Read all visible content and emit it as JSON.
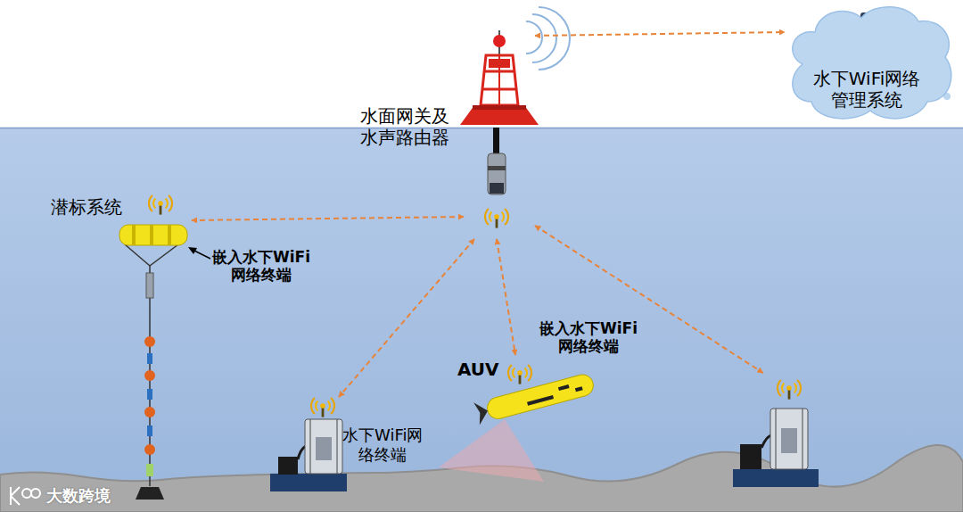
{
  "diagram": {
    "nodes": [
      {
        "text": [
          "水下WiFi网络 管理系统"
        ]
      },
      {
        "text": [
          "水面网关及 水声路由器"
        ]
      },
      {
        "text": [
          "潜标系统",
          "嵌入水下WiFi 网络终端"
        ]
      },
      {
        "text": [
          "AUV",
          "嵌入水下WiFi 网络终端"
        ]
      },
      {
        "text": [
          "水下WiFi网 络终端"
        ]
      },
      {
        "text": []
      }
    ],
    "edges": [
      {
        "from": 1,
        "to": 0,
        "arrow": "both"
      },
      {
        "from": 1,
        "to": 2,
        "arrow": "both"
      },
      {
        "from": 1,
        "to": 3,
        "arrow": "both"
      },
      {
        "from": 1,
        "to": 4,
        "arrow": "both"
      },
      {
        "from": 1,
        "to": 5,
        "arrow": "both"
      }
    ],
    "labels": [
      "大数跨境"
    ]
  }
}
